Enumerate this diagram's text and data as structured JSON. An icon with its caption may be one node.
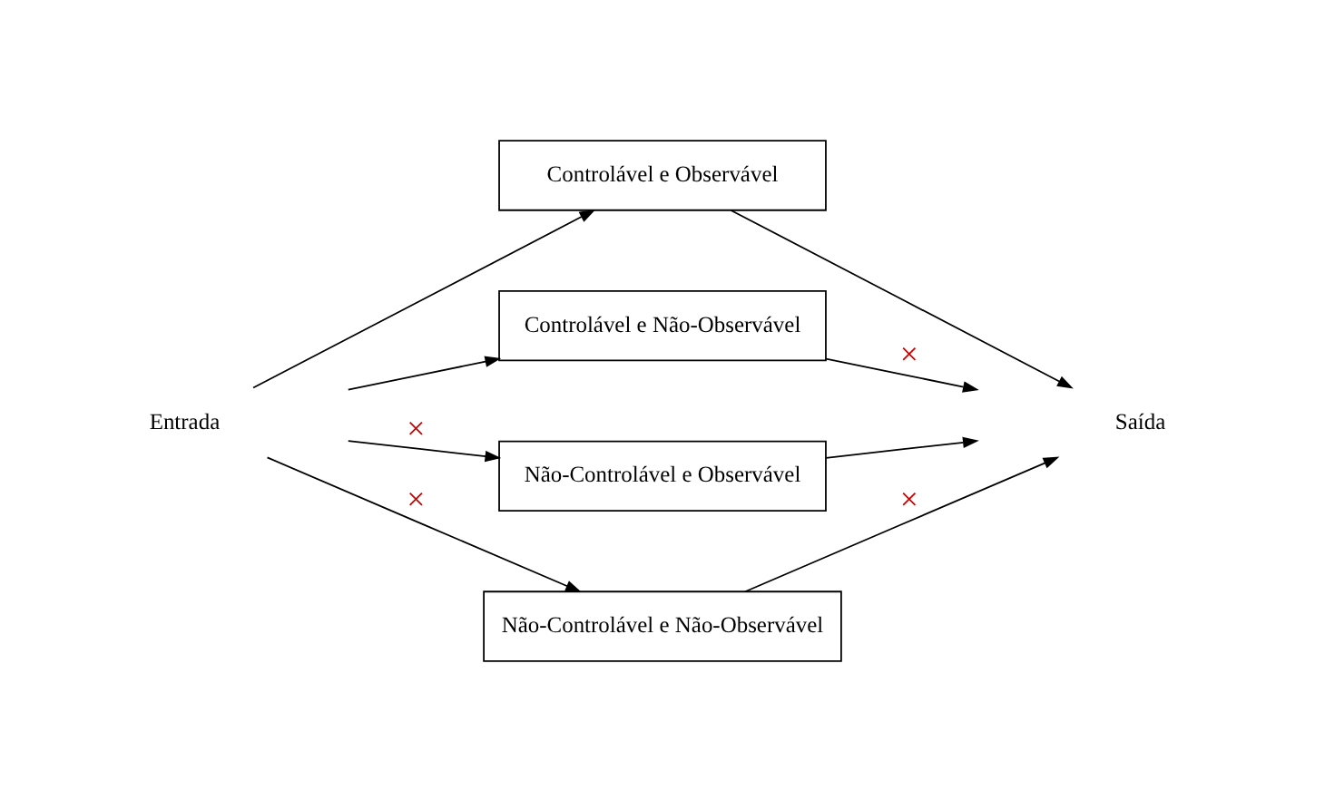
{
  "diagram": {
    "nodes": [
      {
        "text": [
          "Entrada"
        ]
      },
      {
        "text": [
          "Controlável e Observável"
        ]
      },
      {
        "text": [
          "Controlável e Não-Observável"
        ]
      },
      {
        "text": [
          "Não-Controlável e Observável"
        ]
      },
      {
        "text": [
          "Não-Controlável e Não-Observável"
        ]
      },
      {
        "text": [
          "Saída"
        ]
      }
    ],
    "edges": [
      {
        "from": 0,
        "to": 1,
        "arrow": "to"
      },
      {
        "from": 0,
        "to": 2,
        "arrow": "to"
      },
      {
        "from": 0,
        "to": 3,
        "arrow": "to",
        "label": "×"
      },
      {
        "from": 0,
        "to": 4,
        "arrow": "to",
        "label": "×"
      },
      {
        "from": 1,
        "to": 5,
        "arrow": "to"
      },
      {
        "from": 2,
        "to": 5,
        "arrow": "to",
        "label": "×"
      },
      {
        "from": 3,
        "to": 5,
        "arrow": "to"
      },
      {
        "from": 4,
        "to": 5,
        "arrow": "to",
        "label": "×"
      }
    ]
  }
}
